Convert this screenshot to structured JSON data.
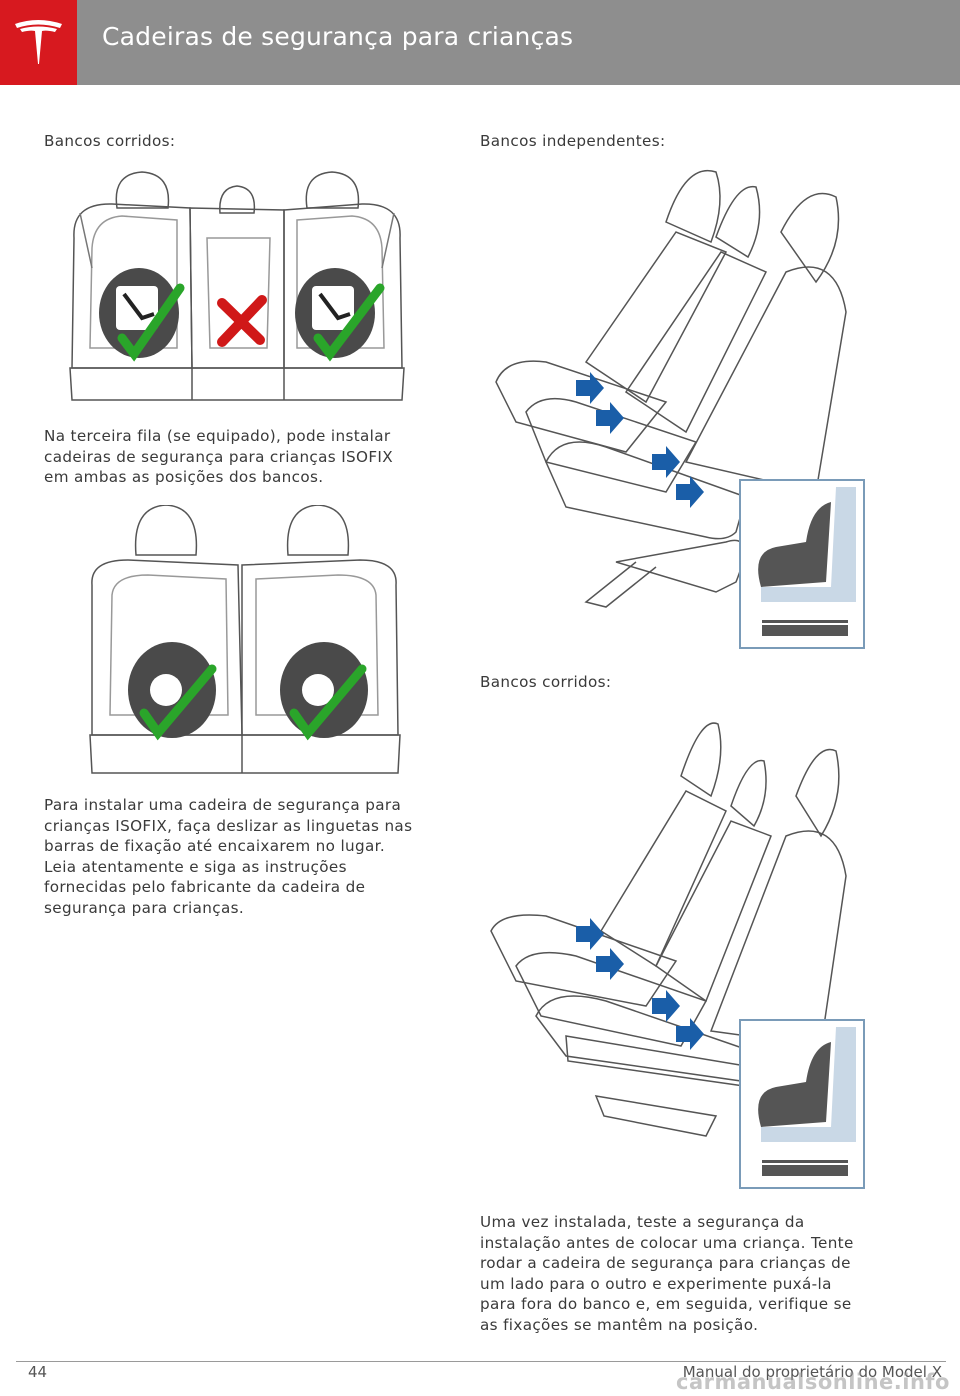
{
  "header": {
    "title": "Cadeiras de segurança para crianças",
    "brand": "tesla-logo",
    "accent": "#d7191f",
    "bar_color": "#8e8e8e"
  },
  "left": {
    "label1": "Bancos corridos:",
    "para1": [
      "Na terceira fila (se equipado), pode instalar",
      "cadeiras de segurança para crianças ISOFIX",
      "em ambas as posições dos bancos."
    ],
    "para2": [
      "Para instalar uma cadeira de segurança para",
      "crianças ISOFIX, faça deslizar as linguetas nas",
      "barras de fixação até encaixarem no lugar.",
      "Leia atentamente e siga as instruções",
      "fornecidas pelo fabricante da cadeira de",
      "segurança para crianças."
    ]
  },
  "right": {
    "label1": "Bancos independentes:",
    "label2": "Bancos corridos:",
    "para1": [
      "Uma vez instalada, teste a segurança da",
      "instalação antes de colocar uma criança. Tente",
      "rodar a cadeira de segurança para crianças de",
      "um lado para o outro e experimente puxá-la",
      "para fora do banco e, em seguida, verifique se",
      "as fixações se mantêm na posição."
    ]
  },
  "footer": {
    "page_number": "44",
    "manual": "Manual do proprietário do Model X",
    "watermark": "carmanualsonline.info"
  },
  "icons": {
    "check": "green-checkmark-icon",
    "cross": "red-x-icon",
    "arrow": "blue-arrow-icon",
    "child_seat": "child-seat-icon"
  },
  "colors": {
    "check": "#2aa52a",
    "cross": "#d01818",
    "arrow": "#1a5ea8",
    "inset": "#c9d8e6"
  }
}
